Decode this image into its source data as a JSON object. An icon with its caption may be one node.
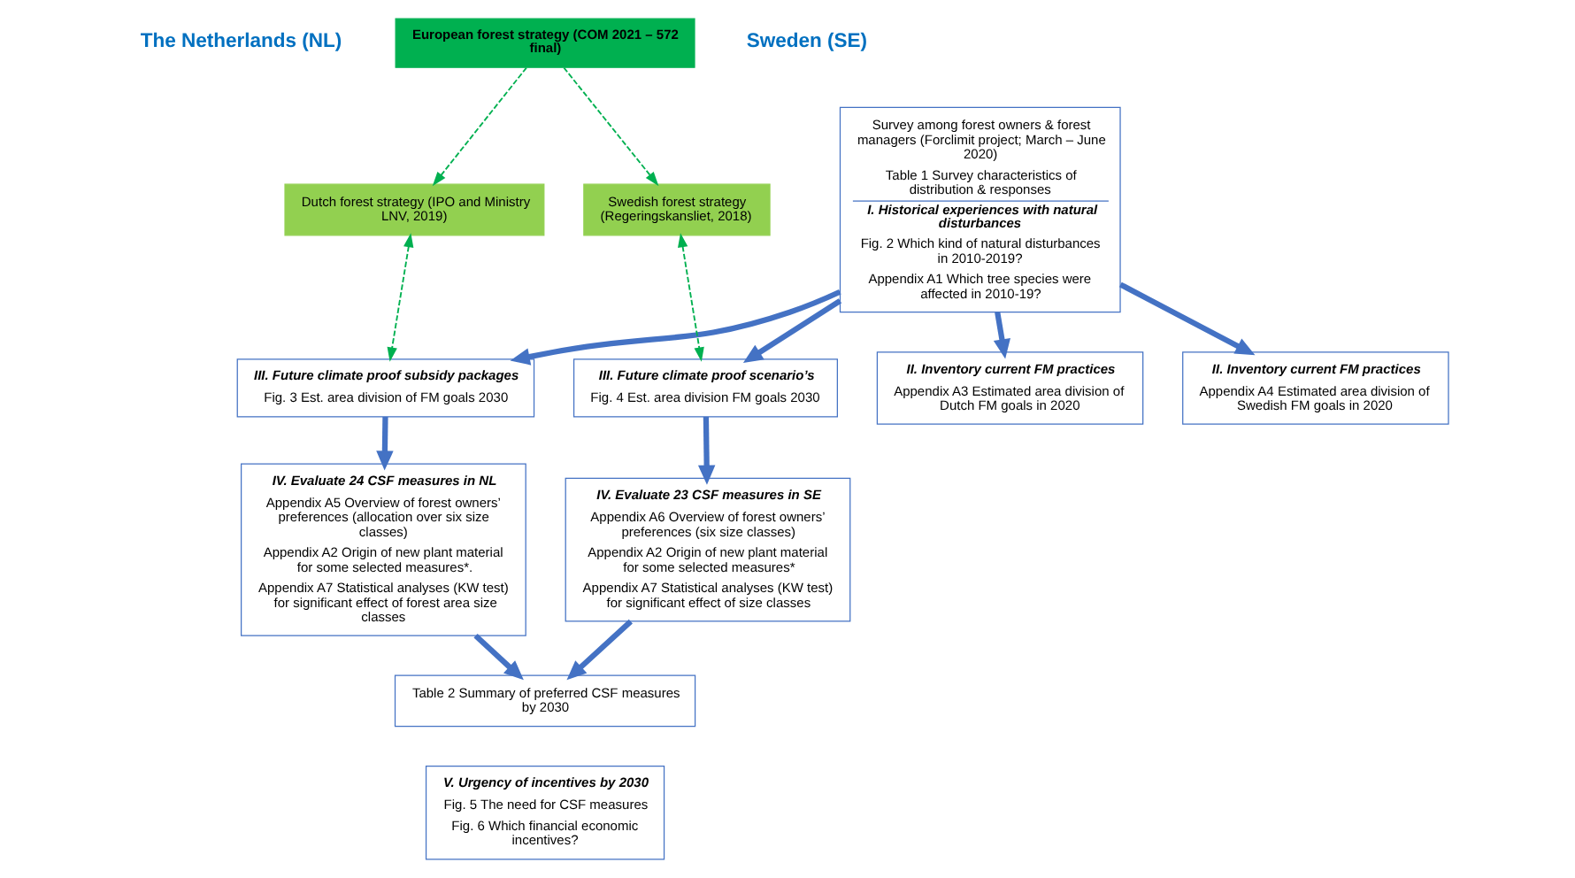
{
  "diagram": {
    "nodes": [
      {
        "text": [
          "European forest strategy (COM 2021 – 572 final)"
        ]
      },
      {
        "text": [
          "II. Inventory current FM practices",
          "Appendix A3 Estimated area division of Dutch FM goals in 2020"
        ]
      },
      {
        "text": [
          "Survey among forest owners & forest managers (Forclimit project; March – June 2020)",
          "Table 1 Survey characteristics of distribution & responses",
          "I. Historical experiences with natural disturbances",
          "Fig. 2 Which kind of natural disturbances in 2010-2019?",
          "Appendix A1 Which tree species were affected in 2010-19?"
        ]
      },
      {
        "text": [
          "II. Inventory current FM practices",
          "Appendix A4 Estimated area division of Swedish FM goals in 2020"
        ]
      },
      {
        "text": [
          "Dutch forest strategy (IPO and Ministry LNV, 2019)"
        ]
      },
      {
        "text": [
          "Swedish forest strategy (Regeringskansliet, 2018)"
        ]
      },
      {
        "text": [
          "III. Future climate proof subsidy packages",
          "Fig. 3 Est. area division of FM goals 2030"
        ]
      },
      {
        "text": [
          "III. Future climate proof scenario’s",
          "Fig. 4 Est. area division FM goals 2030"
        ]
      },
      {
        "text": [
          "IV. Evaluate 24 CSF measures in NL",
          "Appendix A5 Overview of forest owners’ preferences (allocation over six size classes)",
          "Appendix A2 Origin of new plant material for some selected measures*.",
          "Appendix A7 Statistical analyses (KW test) for significant effect of forest area size classes"
        ]
      },
      {
        "text": [
          "Table 2 Summary of preferred CSF measures by 2030"
        ]
      },
      {
        "text": [
          "IV. Evaluate 23 CSF measures in SE",
          "Appendix A6 Overview of forest owners’ preferences (six size classes)",
          "Appendix A2 Origin of new plant material for some selected measures*",
          "Appendix A7 Statistical analyses (KW test) for significant effect of size classes"
        ]
      },
      {
        "text": [
          "V. Urgency of incentives by 2030",
          "Fig. 5 The need for CSF measures",
          "Fig. 6 Which financial economic incentives?"
        ]
      }
    ],
    "edges": [
      {
        "from": 0,
        "to": 4,
        "arrow": "to",
        "style": "dashed",
        "color": "#00b050"
      },
      {
        "from": 0,
        "to": 5,
        "arrow": "to",
        "style": "dashed",
        "color": "#00b050"
      },
      {
        "from": 2,
        "to": 1,
        "arrow": "to"
      },
      {
        "from": 2,
        "to": 3,
        "arrow": "to"
      },
      {
        "from": 4,
        "to": 6,
        "arrow": "both",
        "style": "dashed",
        "color": "#00b050"
      },
      {
        "from": 5,
        "to": 7,
        "arrow": "both",
        "style": "dashed",
        "color": "#00b050"
      },
      {
        "from": 2,
        "to": 6,
        "arrow": "to"
      },
      {
        "from": 2,
        "to": 7,
        "arrow": "to"
      },
      {
        "from": 6,
        "to": 8,
        "arrow": "to"
      },
      {
        "from": 7,
        "to": 10,
        "arrow": "to"
      },
      {
        "from": 8,
        "to": 9,
        "arrow": "to"
      },
      {
        "from": 10,
        "to": 9,
        "arrow": "to"
      }
    ],
    "labels": [
      "The Netherlands (NL)",
      "Sweden (SE)"
    ]
  }
}
